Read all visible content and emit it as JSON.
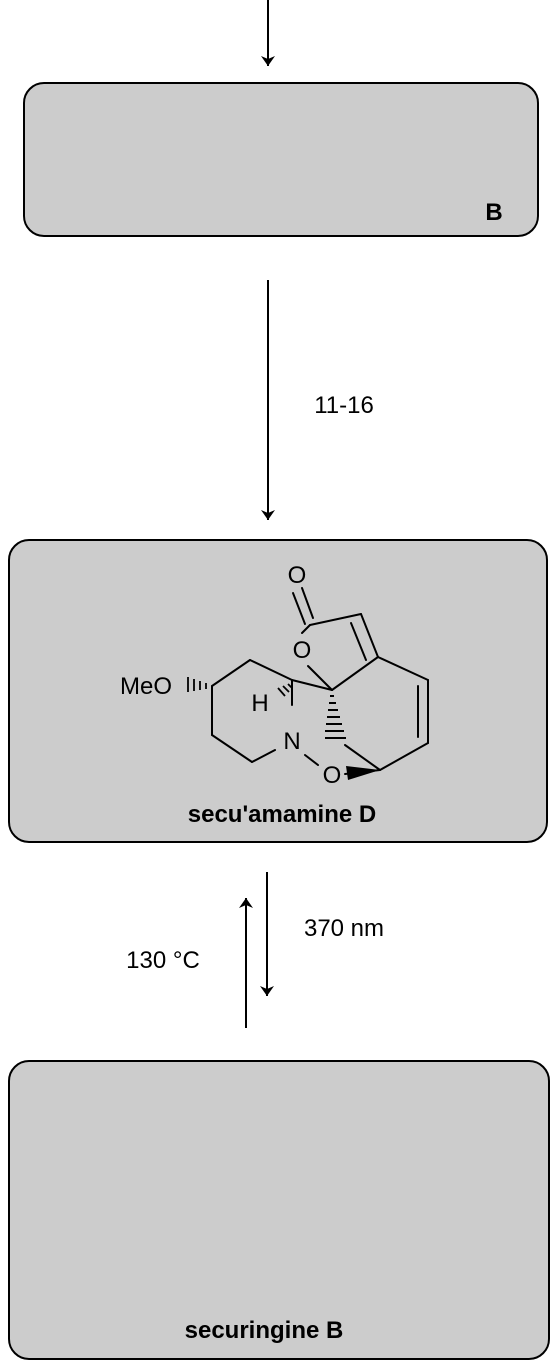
{
  "boxes": {
    "box1": {
      "label": "B"
    },
    "box2": {
      "label": "secu'amamine D"
    },
    "box3": {
      "label": "securingine B"
    }
  },
  "arrows": {
    "step1": {
      "label": "11-16"
    },
    "forward": {
      "label": "370 nm"
    },
    "reverse": {
      "label": "130 °C"
    }
  },
  "molecule": {
    "atoms": {
      "o_carbonyl": "O",
      "o_ring": "O",
      "methoxy": "MeO",
      "hydrogen": "H",
      "nitrogen": "N",
      "o_bridge": "O"
    }
  },
  "colors": {
    "box_fill": "#cccccc",
    "stroke": "#000000"
  }
}
